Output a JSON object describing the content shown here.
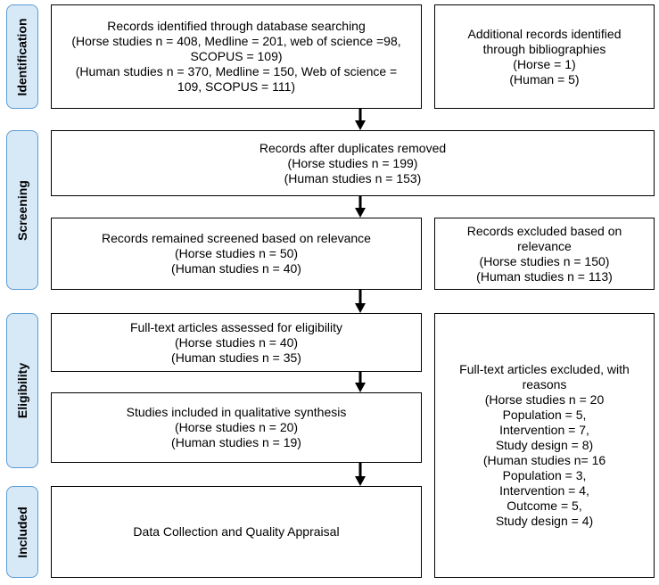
{
  "stages": {
    "identification": "Identification",
    "screening": "Screening",
    "eligibility": "Eligibility",
    "included": "Included"
  },
  "boxes": {
    "records_identified": [
      "Records identified through database searching",
      "(Horse studies n = 408, Medline = 201, web of science =98,",
      "SCOPUS = 109)",
      "(Human studies n = 370, Medline = 150, Web of science =",
      "109, SCOPUS = 111)"
    ],
    "additional_records": [
      "Additional records identified",
      "through bibliographies",
      "(Horse = 1)",
      "(Human = 5)"
    ],
    "duplicates_removed": [
      "Records after duplicates removed",
      "(Horse studies n = 199)",
      "(Human studies n = 153)"
    ],
    "screened_relevance": [
      "Records remained screened based on relevance",
      "(Horse studies n = 50)",
      "(Human studies n = 40)"
    ],
    "excluded_relevance": [
      "Records excluded based on",
      "relevance",
      "(Horse studies n = 150)",
      "(Human studies n = 113)"
    ],
    "fulltext_assessed": [
      "Full-text articles assessed for eligibility",
      "(Horse studies n = 40)",
      "(Human studies n = 35)"
    ],
    "qualitative_synthesis": [
      "Studies included in qualitative synthesis",
      "(Horse studies n = 20)",
      "(Human studies n = 19)"
    ],
    "fulltext_excluded": [
      "Full-text articles excluded, with",
      "reasons",
      "(Horse studies n = 20",
      "Population = 5,",
      "Intervention = 7,",
      "Study design = 8)",
      "(Human studies n= 16",
      "Population = 3,",
      "Intervention = 4,",
      "Outcome = 5,",
      "Study design = 4)"
    ],
    "data_collection": [
      "Data Collection and Quality Appraisal"
    ]
  }
}
